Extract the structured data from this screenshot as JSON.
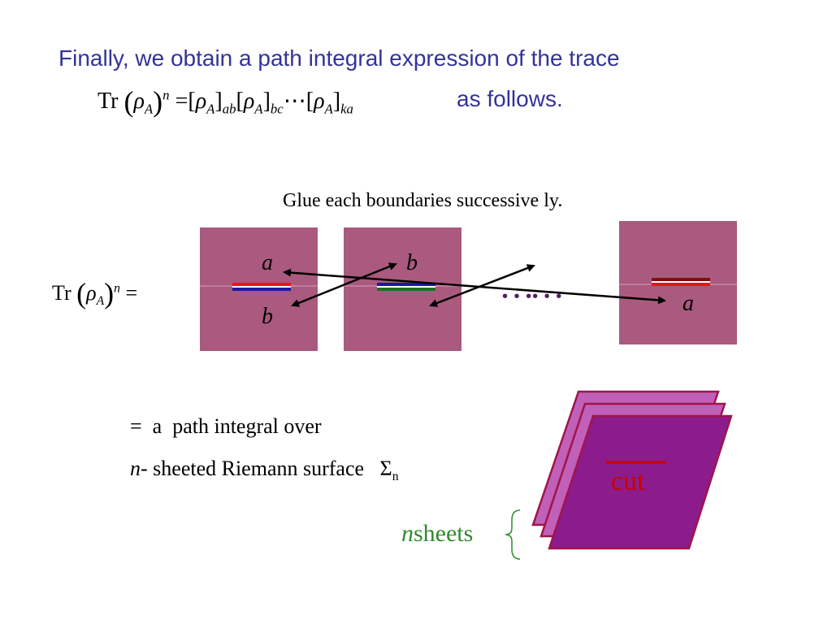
{
  "heading": {
    "line1": "Finally, we obtain a path integral expression of  the trace",
    "formula": {
      "tr": "Tr",
      "rho": "ρ",
      "sub_a": "A",
      "exp_n": "n",
      "eq": "=",
      "lb": "[",
      "rb": "]",
      "sub_ab": "ab",
      "sub_bc": "bc",
      "sub_ka": "ka",
      "dots": "⋯"
    },
    "line2_suffix": "as follows."
  },
  "diagram": {
    "caption": "Glue each boundaries  successive ly.",
    "lhs": {
      "tr": "Tr",
      "rho": "ρ",
      "sub_a": "A",
      "exp_n": "n",
      "eq": "="
    },
    "labels": {
      "panel1_top": "a",
      "panel1_bottom": "b",
      "panel2_top": "b",
      "panel3_bottom": "a"
    },
    "ellipsis": "• • •• • •",
    "colors": {
      "panel": "#aa5a7e",
      "red": "#e8141e",
      "blue": "#1a1aa0",
      "green": "#1e6e1e",
      "dark_red": "#7a1010",
      "dots": "#5a1a6a"
    }
  },
  "riemann": {
    "line1_eq": "=",
    "line1_a": "a",
    "line1_rest": "path integral  over",
    "line2_n": "n",
    "line2_rest": "- sheeted   Riemann  surface",
    "sigma": "Σ",
    "sigma_sub": "n",
    "cut_label": "cut",
    "sheets_n": "n",
    "sheets_label": "sheets",
    "colors": {
      "sheet_fill": "#c060b8",
      "sheet_border": "#a0144c",
      "front_fill": "#8c1c8c",
      "cut_text": "#cc0000",
      "sheets_green": "#2e8b2e"
    }
  }
}
